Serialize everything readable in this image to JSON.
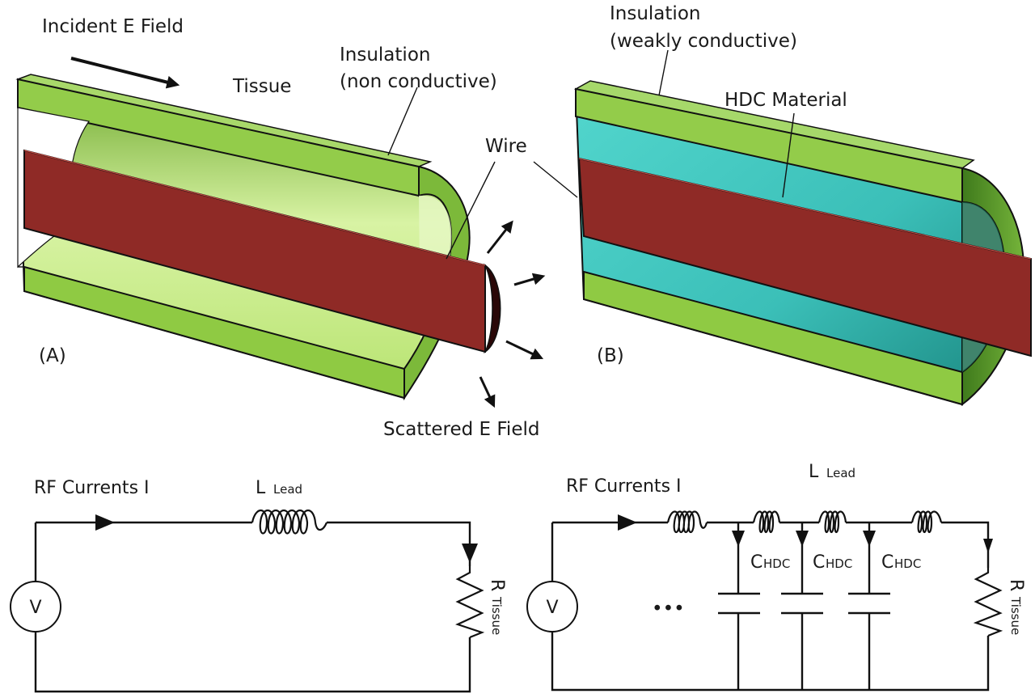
{
  "panel_a": {
    "tag": "(A)",
    "incident_label": "Incident E Field",
    "tissue_label": "Tissue",
    "insulation_label_1": "Insulation",
    "insulation_label_2": "(non conductive)",
    "wire_label": "Wire",
    "scattered_label": "Scattered E Field",
    "colors": {
      "insulation": "#86c43c",
      "wire": "#8f2a26"
    }
  },
  "panel_b": {
    "tag": "(B)",
    "insulation_label_1": "Insulation",
    "insulation_label_2": "(weakly conductive)",
    "hdc_label": "HDC Material",
    "colors": {
      "insulation": "#86c43c",
      "hdc": "#3ec9c2",
      "wire": "#8f2a26"
    }
  },
  "circuit_a": {
    "current_label": "RF Currents I",
    "inductor_main": "L",
    "inductor_sub": "Lead",
    "resistor_main": "R",
    "resistor_sub": "Tissue",
    "source_label": "V"
  },
  "circuit_b": {
    "current_label": "RF Currents I",
    "inductor_main": "L",
    "inductor_sub": "Lead",
    "capacitor_label_c": "C",
    "capacitor_label_sub": "HDC",
    "ellipsis": "•••",
    "resistor_main": "R",
    "resistor_sub": "Tissue",
    "source_label": "V"
  }
}
